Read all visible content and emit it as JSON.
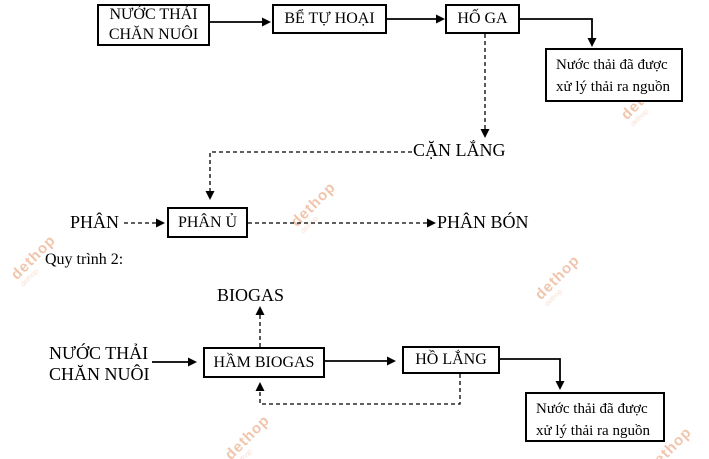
{
  "diagram": {
    "flow1": {
      "source": {
        "line1": "NƯỚC THẢI",
        "line2": "CHĂN NUÔI"
      },
      "septic": "BỂ TỰ HOẠI",
      "manhole": "HỐ GA",
      "treated": {
        "line1": "Nước thải đã được",
        "line2": "xử lý thải ra nguồn"
      },
      "sediment": "CẶN LẮNG",
      "manure": "PHÂN",
      "compost": "PHÂN Ủ",
      "fertilizer": "PHÂN BÓN"
    },
    "section2_label": "Quy trình 2:",
    "flow2": {
      "biogas": "BIOGAS",
      "source": {
        "line1": "NƯỚC THẢI",
        "line2": "CHĂN NUÔI"
      },
      "digester": "HẦM BIOGAS",
      "settling": "HỒ LẮNG",
      "treated": {
        "line1": "Nước thải đã được",
        "line2": "xử lý thải ra nguồn"
      }
    },
    "watermark": {
      "text": "dethop",
      "color": "#e0763c"
    }
  }
}
